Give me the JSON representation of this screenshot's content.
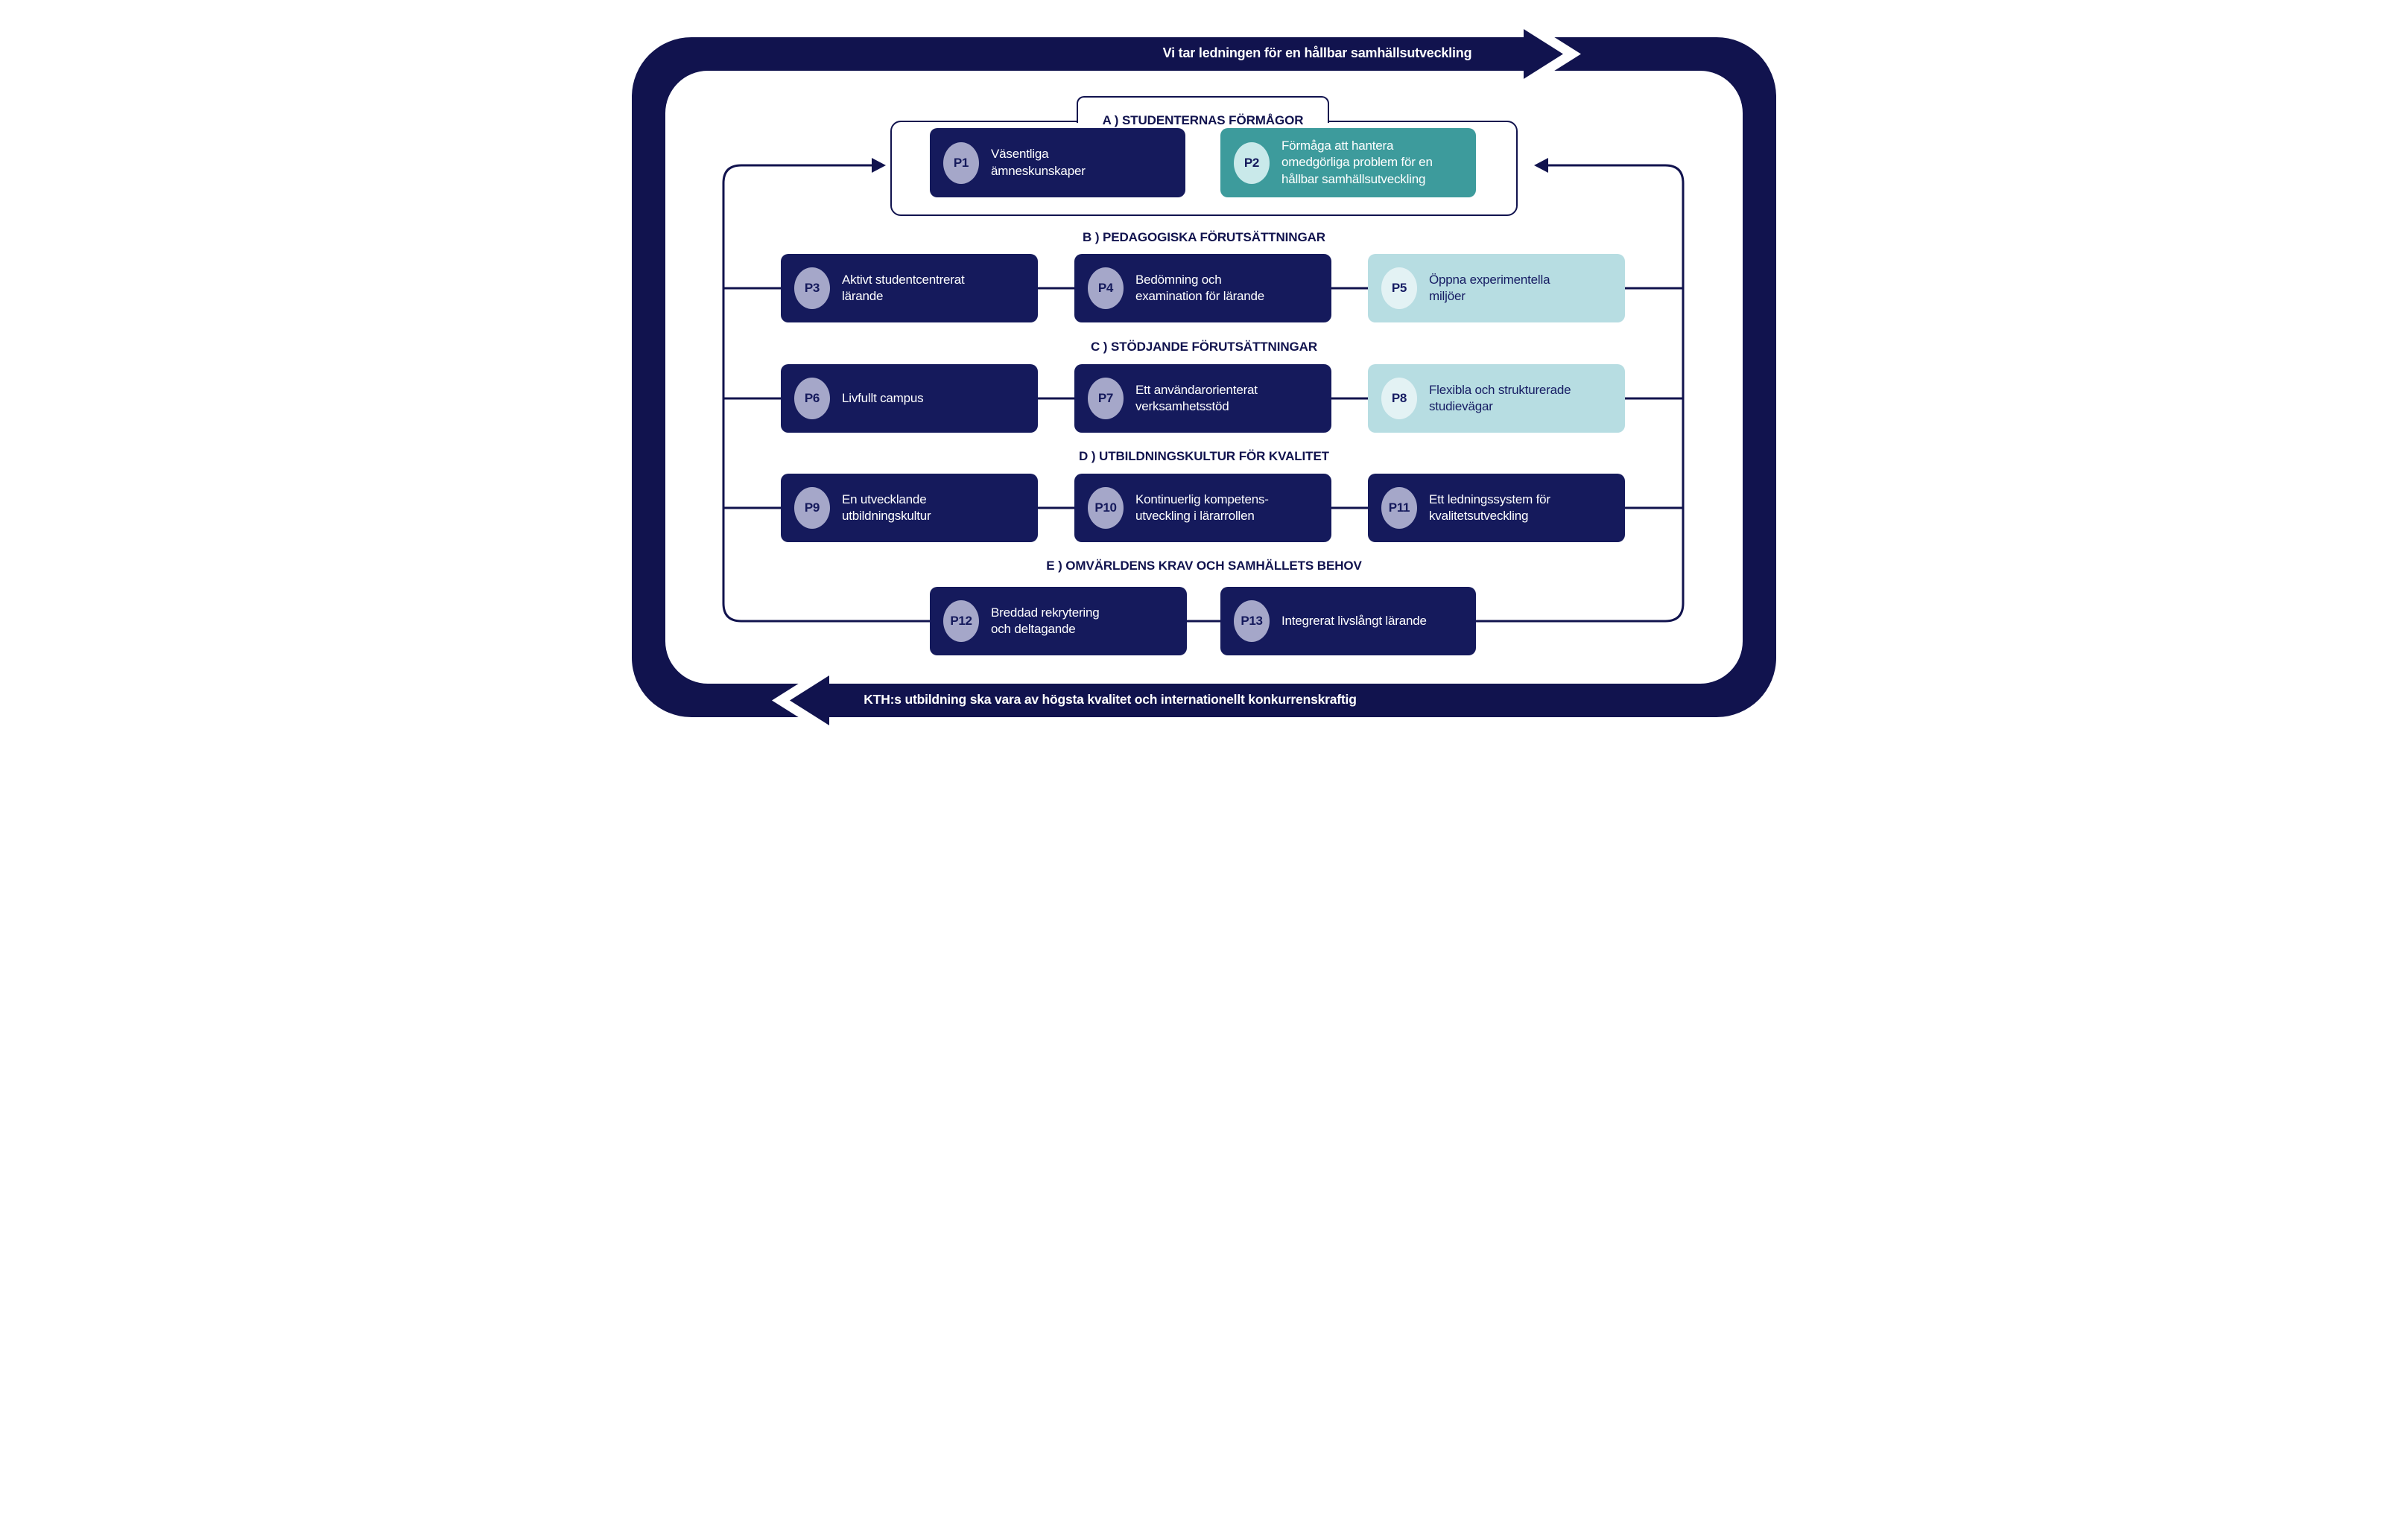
{
  "top_banner": {
    "text": "Vi tar ledningen för en hållbar samhällsutveckling"
  },
  "bottom_banner": {
    "text": "KTH:s utbildning ska vara av högsta kvalitet och internationellt konkurrenskraftig"
  },
  "sections": [
    {
      "id": "A",
      "label": "A )  STUDENTERNAS FÖRMÅGOR",
      "items": [
        {
          "id": "P1",
          "text": "Väsentliga\nämneskunskaper",
          "variant": "dark"
        },
        {
          "id": "P2",
          "text": "Förmåga att hantera\nomedgörliga problem för en\nhållbar samhällsutveckling",
          "variant": "teal"
        }
      ]
    },
    {
      "id": "B",
      "label": "B )  PEDAGOGISKA FÖRUTSÄTTNINGAR",
      "items": [
        {
          "id": "P3",
          "text": "Aktivt studentcentrerat\nlärande",
          "variant": "dark"
        },
        {
          "id": "P4",
          "text": "Bedömning och\nexamination för lärande",
          "variant": "dark"
        },
        {
          "id": "P5",
          "text": "Öppna experimentella\nmiljöer",
          "variant": "light"
        }
      ]
    },
    {
      "id": "C",
      "label": "C )  STÖDJANDE FÖRUTSÄTTNINGAR",
      "items": [
        {
          "id": "P6",
          "text": "Livfullt campus",
          "variant": "dark"
        },
        {
          "id": "P7",
          "text": "Ett användarorienterat\nverksamhetsstöd",
          "variant": "dark"
        },
        {
          "id": "P8",
          "text": "Flexibla och strukturerade\nstudievägar",
          "variant": "light"
        }
      ]
    },
    {
      "id": "D",
      "label": "D )  UTBILDNINGSKULTUR FÖR KVALITET",
      "items": [
        {
          "id": "P9",
          "text": "En utvecklande\nutbildningskultur",
          "variant": "dark"
        },
        {
          "id": "P10",
          "text": "Kontinuerlig kompetens-\nutveckling i lärarrollen",
          "variant": "dark"
        },
        {
          "id": "P11",
          "text": "Ett ledningssystem för\nkvalitetsutveckling",
          "variant": "dark"
        }
      ]
    },
    {
      "id": "E",
      "label": "E )  OMVÄRLDENS KRAV OCH SAMHÄLLETS BEHOV",
      "items": [
        {
          "id": "P12",
          "text": "Breddad rekrytering\noch deltagande",
          "variant": "dark"
        },
        {
          "id": "P13",
          "text": "Integrerat livslångt lärande",
          "variant": "dark"
        }
      ]
    }
  ],
  "colors": {
    "band_navy": "#11134e",
    "card_navy": "#151a5c",
    "teal": "#3d9b9c",
    "light_teal": "#b7dde2",
    "lavender_circle": "#a5a7c9",
    "teal_circle": "#c9e9ea",
    "light_circle": "#e3f2f4",
    "text_white": "#ffffff"
  }
}
